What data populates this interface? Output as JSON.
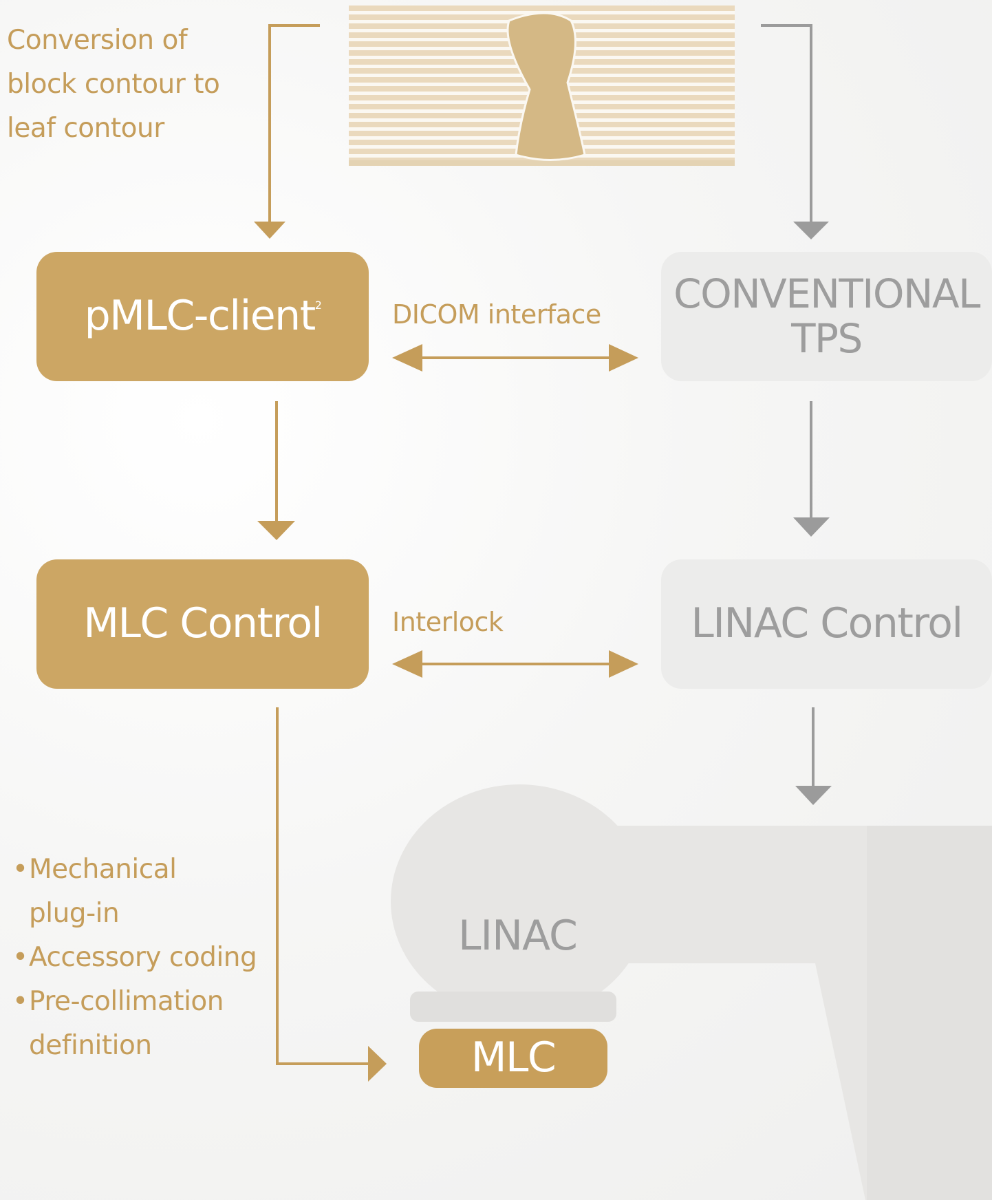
{
  "notes": {
    "conversion": [
      "Conversion of",
      "block contour to",
      "leaf contour"
    ],
    "features": [
      {
        "lines": [
          "Mechanical",
          "plug-in"
        ]
      },
      {
        "lines": [
          "Accessory coding"
        ]
      },
      {
        "lines": [
          "Pre-collimation",
          "definition"
        ]
      }
    ],
    "bullet_char": "•"
  },
  "boxes": {
    "pmlc_client": {
      "label": "pMLC-client",
      "superscript": "2"
    },
    "conventional_tps": {
      "line1": "CONVENTIONAL",
      "line2": "TPS"
    },
    "mlc_control": {
      "label": "MLC Control"
    },
    "linac_control": {
      "label": "LINAC Control"
    },
    "linac": {
      "label": "LINAC"
    },
    "mlc": {
      "label": "MLC"
    }
  },
  "connections": {
    "dicom": "DICOM interface",
    "interlock": "Interlock"
  },
  "colors": {
    "gold": "#cca664",
    "gold_text": "#c59d5a",
    "grey_box": "#ececeb",
    "grey_text": "#9d9d9d",
    "grey_arrow": "#9b9b9b",
    "leaf_stripe": "#e9dcc4",
    "contour": "#d4b885"
  }
}
